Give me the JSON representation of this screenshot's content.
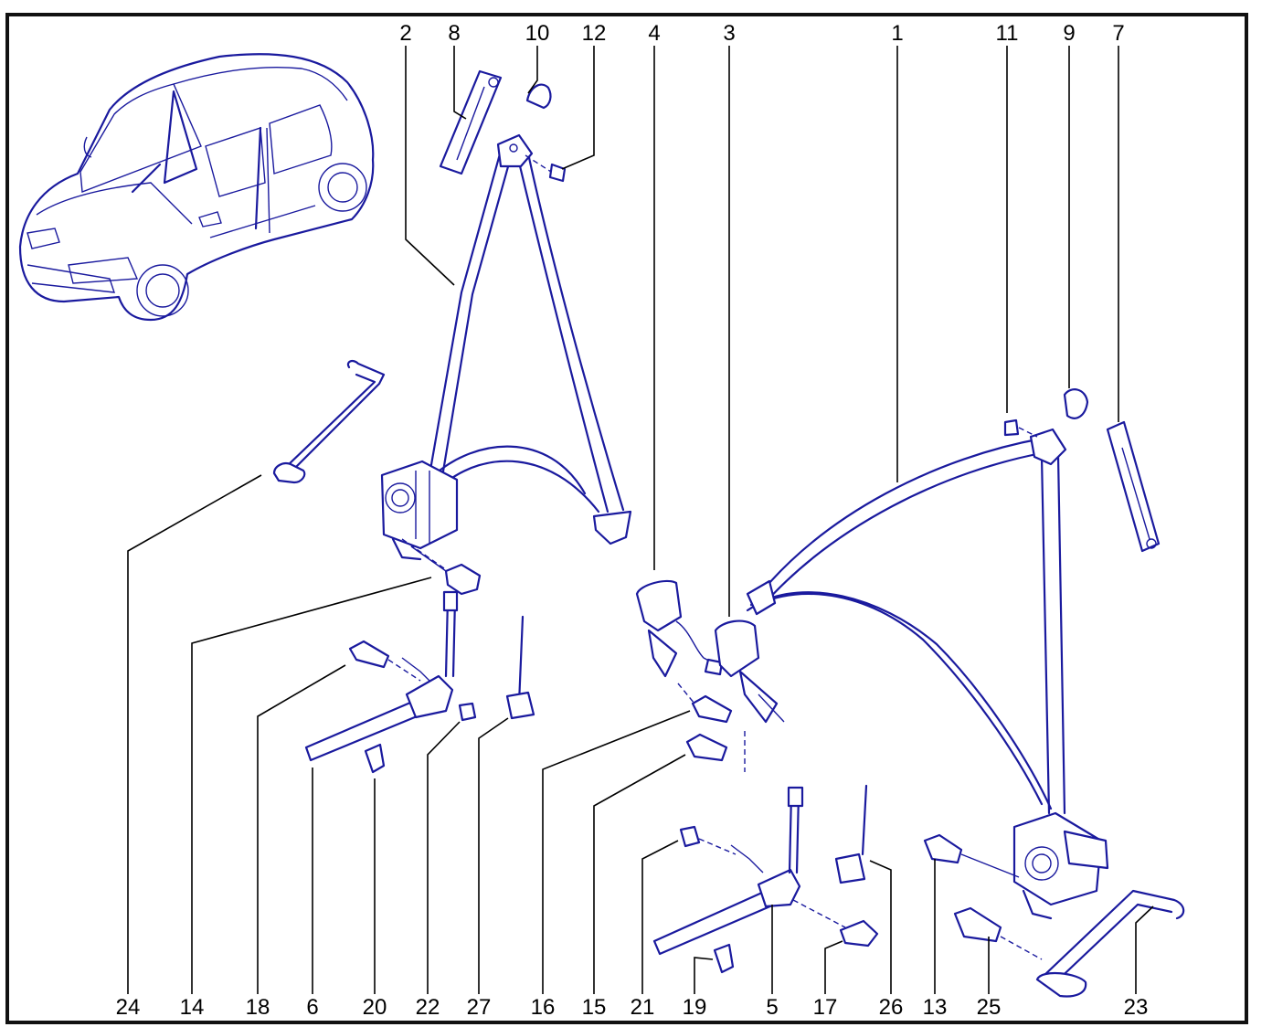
{
  "callouts_top": [
    "2",
    "8",
    "10",
    "12",
    "4",
    "3",
    "1",
    "11",
    "9",
    "7"
  ],
  "callouts_bottom": [
    "24",
    "14",
    "18",
    "6",
    "20",
    "22",
    "27",
    "16",
    "15",
    "21",
    "19",
    "5",
    "17",
    "26",
    "13",
    "25",
    "23"
  ],
  "colors": {
    "line_art": "#1a1a9e",
    "frame": "#111111",
    "text": "#000000",
    "background": "#ffffff"
  },
  "icons": [
    "car-icon",
    "seat-belt-icon",
    "retractor-icon",
    "buckle-icon",
    "bolt-icon",
    "nut-icon",
    "clip-icon",
    "height-adjuster-icon",
    "guide-rod-icon"
  ]
}
